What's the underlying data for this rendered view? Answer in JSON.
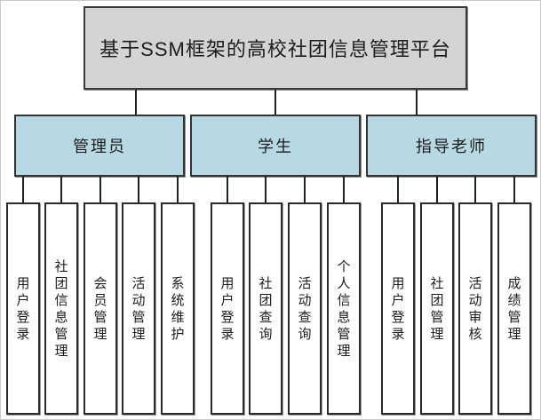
{
  "diagram": {
    "title": "基于SSM框架的高校社团信息管理平台",
    "roles": [
      {
        "label": "管理员",
        "children": [
          "用户登录",
          "社团信息管理",
          "会员管理",
          "活动管理",
          "系统维护"
        ]
      },
      {
        "label": "学生",
        "children": [
          "用户登录",
          "社团查询",
          "活动查询",
          "个人信息管理"
        ]
      },
      {
        "label": "指导老师",
        "children": [
          "用户登录",
          "社团管理",
          "活动审核",
          "成绩管理"
        ]
      }
    ],
    "colors": {
      "title_fill": "#d4d4d4",
      "role_fill": "#b7d9e3",
      "leaf_fill": "#ffffff",
      "border": "#333333",
      "line": "#1f1f1f"
    }
  }
}
